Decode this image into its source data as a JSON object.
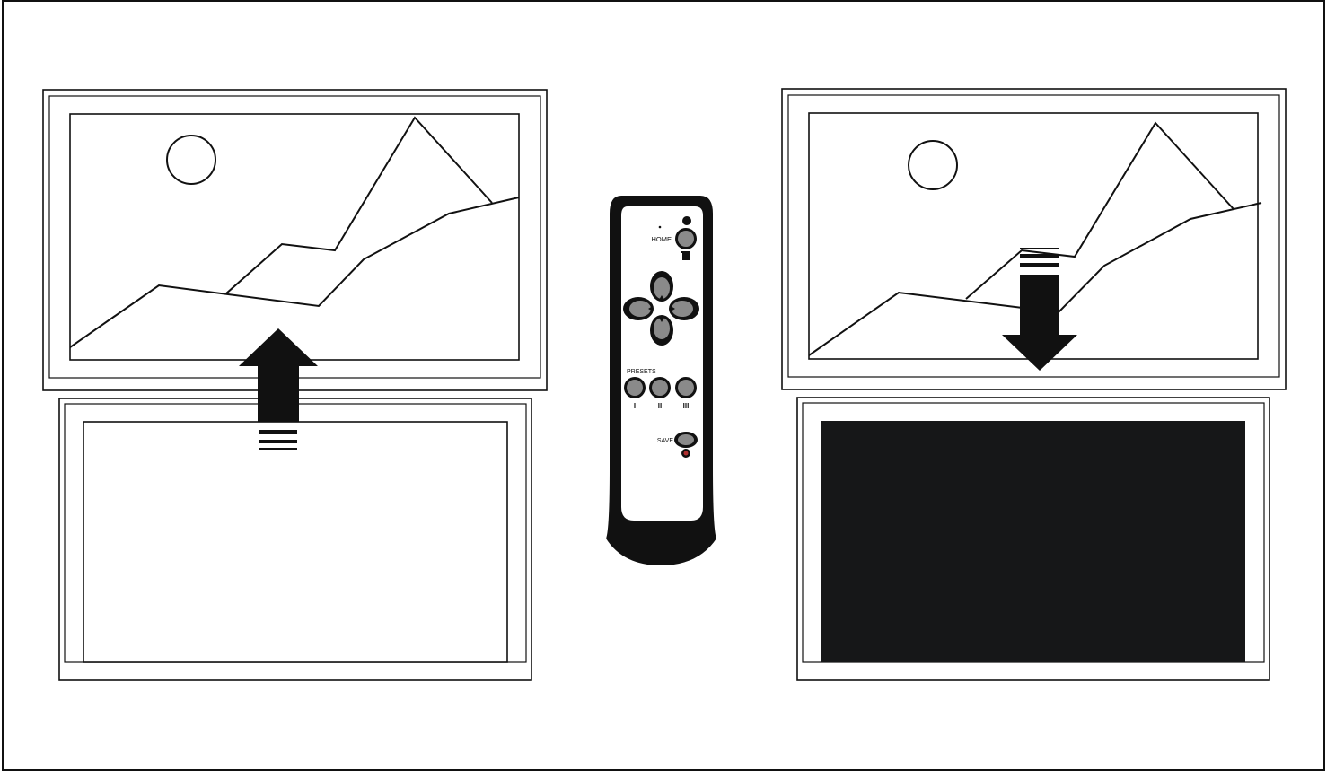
{
  "remote": {
    "home_label": "HOME",
    "presets_label": "PRESETS",
    "preset_buttons": [
      "I",
      "II",
      "III"
    ],
    "save_label": "SAVE"
  },
  "colors": {
    "ink": "#111111",
    "button_gray": "#8a8a8a",
    "screen_black": "#161718",
    "record_red": "#b03030"
  }
}
